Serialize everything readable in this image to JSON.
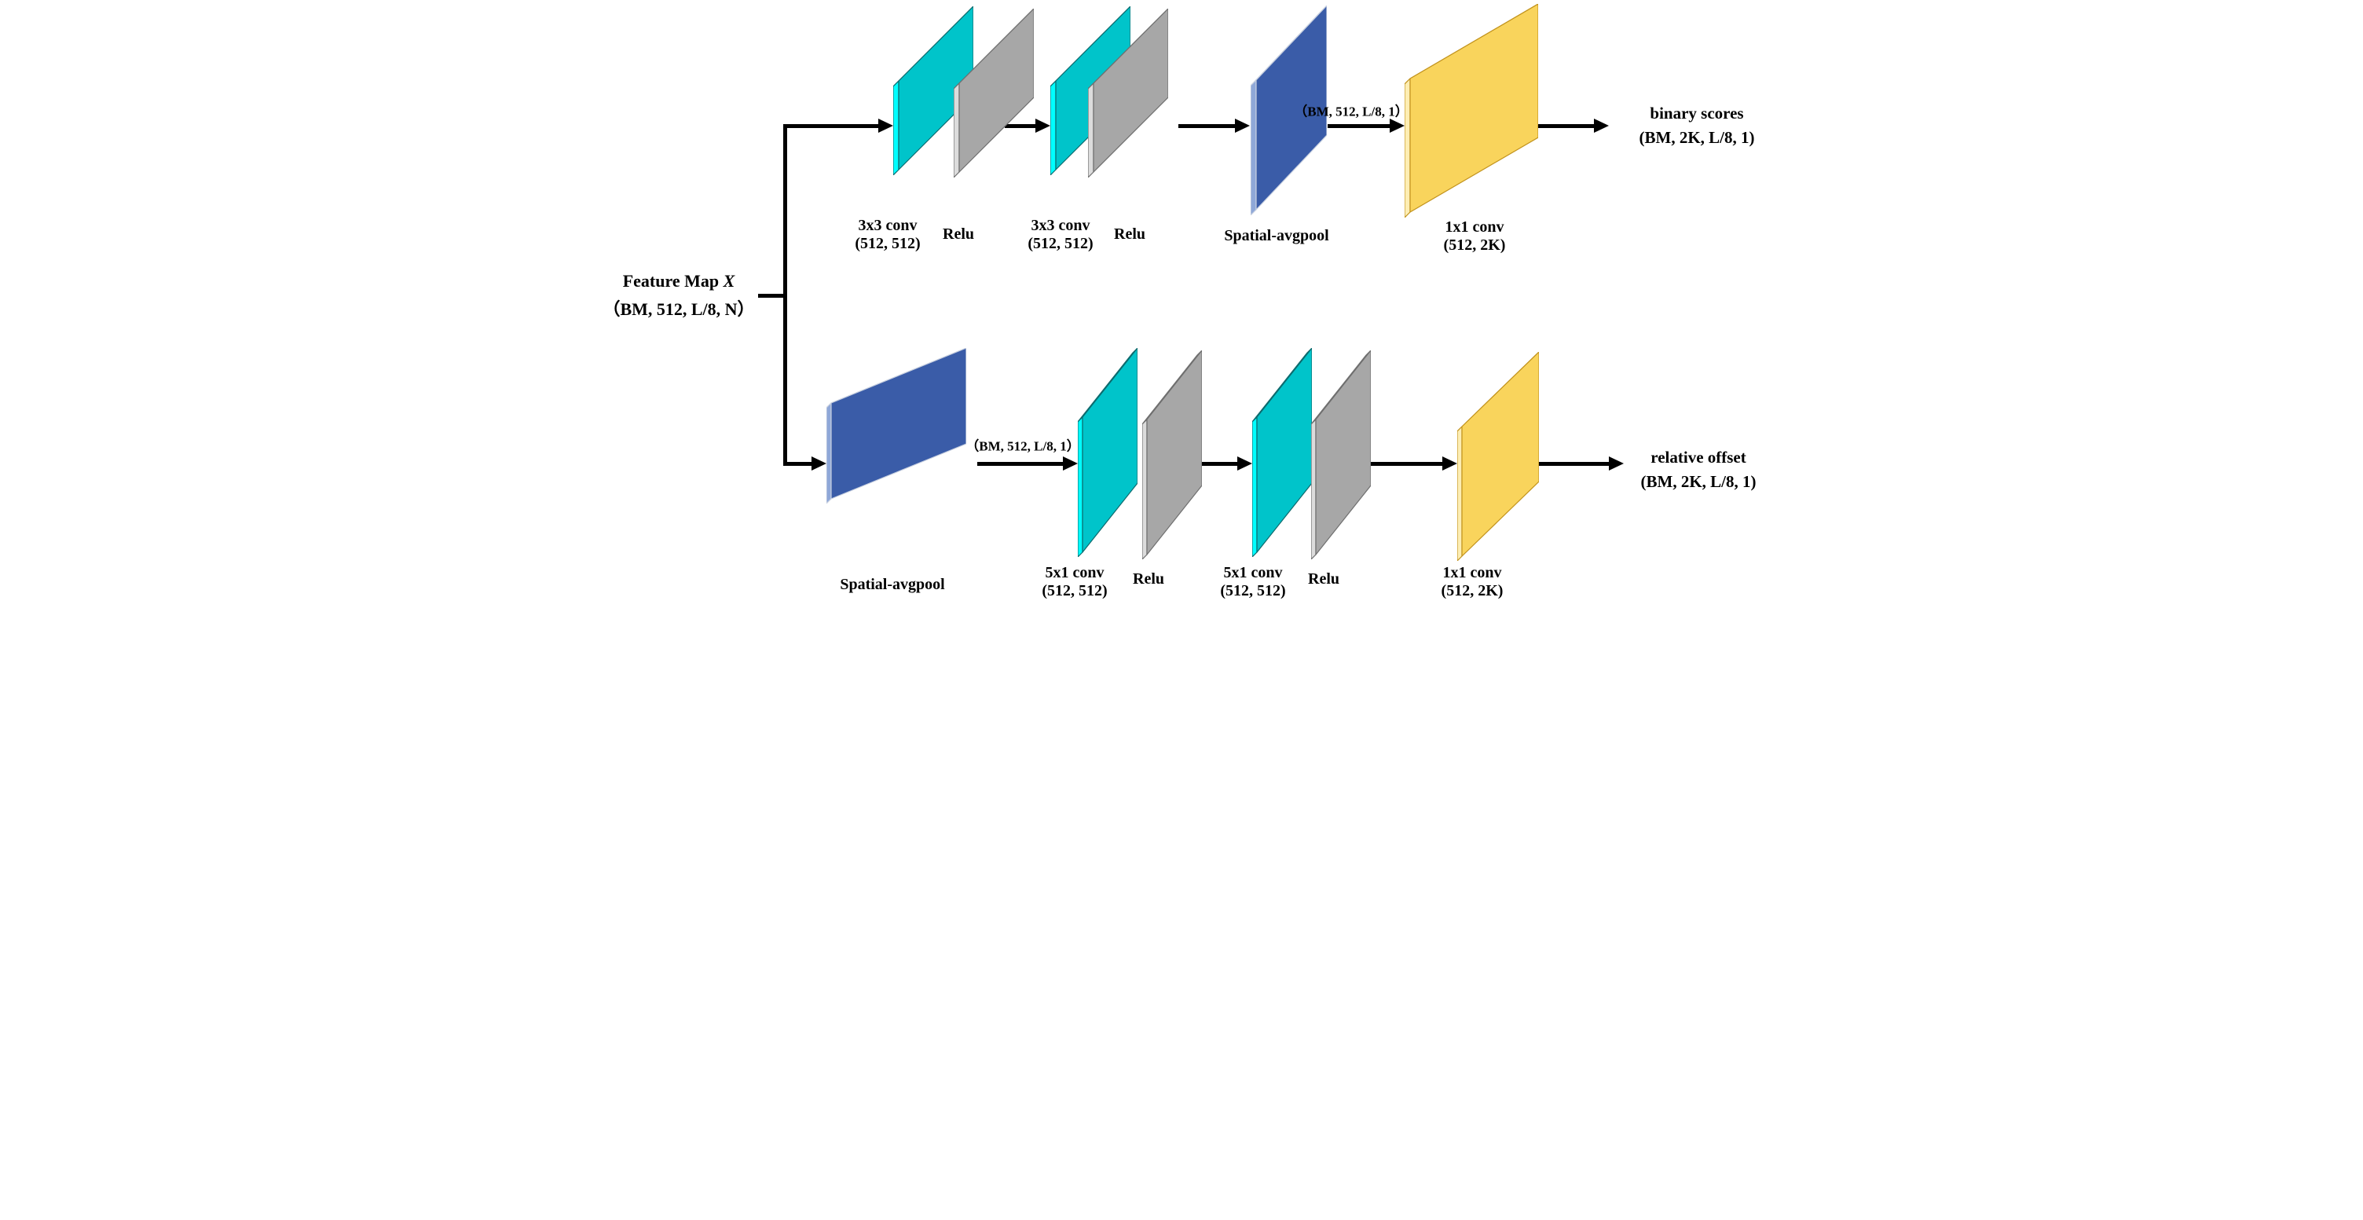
{
  "figure": {
    "input": {
      "label_main": "Feature Map ",
      "label_var": "X",
      "shape": "（BM, 512, L/8, N）"
    },
    "colors": {
      "arrow": "#000000",
      "text": "#000000",
      "conv_face": "#00c4ca",
      "conv_side": "#00ffff",
      "conv_top": "#7beded",
      "conv_outline": "#0d6b6e",
      "relu_face": "#a7a7a7",
      "relu_side": "#dcdcdc",
      "relu_top": "#c9c9c9",
      "relu_outline": "#6f6f6f",
      "pool_face": "#3a5ca8",
      "pool_side": "#8fa8d8",
      "pool_top": "#aabde3",
      "pool_outline": "#c9d1e0",
      "conv1x1_face": "#f9d45c",
      "conv1x1_side": "#fdeeb4",
      "conv1x1_top": "#fdf3cf",
      "conv1x1_outline": "#c2931d"
    },
    "top_branch": {
      "layers": [
        {
          "kind": "conv",
          "label": "3x3 conv",
          "shape": "(512, 512)"
        },
        {
          "kind": "relu",
          "label": "Relu",
          "shape": ""
        },
        {
          "kind": "conv",
          "label": "3x3 conv",
          "shape": "(512, 512)"
        },
        {
          "kind": "relu",
          "label": "Relu",
          "shape": ""
        },
        {
          "kind": "pool",
          "label": "Spatial-avgpool",
          "shape": ""
        },
        {
          "kind": "conv1x1",
          "label": "1x1 conv",
          "shape": "(512, 2K)"
        }
      ],
      "edge_annotation": "（BM, 512, L/8, 1）",
      "output_line1": "binary scores",
      "output_line2": "(BM, 2K, L/8, 1)"
    },
    "bottom_branch": {
      "layers": [
        {
          "kind": "pool",
          "label": "Spatial-avgpool",
          "shape": ""
        },
        {
          "kind": "conv",
          "label": "5x1 conv",
          "shape": "(512, 512)"
        },
        {
          "kind": "relu",
          "label": "Relu",
          "shape": ""
        },
        {
          "kind": "conv",
          "label": "5x1 conv",
          "shape": "(512, 512)"
        },
        {
          "kind": "relu",
          "label": "Relu",
          "shape": ""
        },
        {
          "kind": "conv1x1",
          "label": "1x1 conv",
          "shape": "(512, 2K)"
        }
      ],
      "edge_annotation": "（BM, 512, L/8, 1）",
      "output_line1": "relative offset",
      "output_line2": "(BM, 2K, L/8, 1)"
    }
  }
}
